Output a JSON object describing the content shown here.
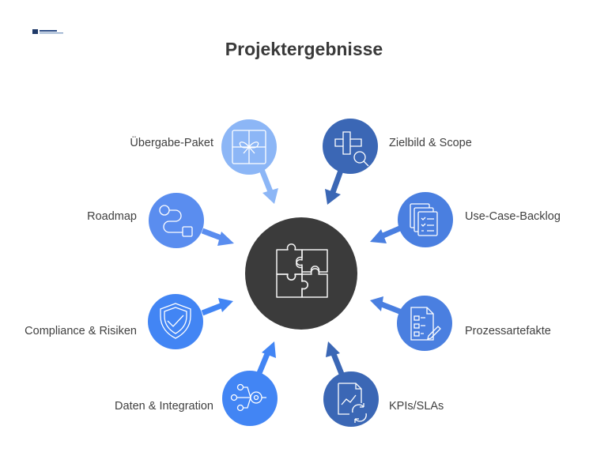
{
  "title": "Projektergebnisse",
  "colors": {
    "center": "#3b3b3b",
    "light_blue": "#8cb6f6",
    "mid_blue": "#5a8def",
    "bright_blue": "#4285f4",
    "dark_blue": "#3b67b5",
    "steel_blue": "#4a7fe0"
  },
  "center": {
    "icon": "puzzle-icon"
  },
  "items": [
    {
      "label": "Übergabe-Paket",
      "icon": "gift-icon"
    },
    {
      "label": "Zielbild & Scope",
      "icon": "blueprint-search-icon"
    },
    {
      "label": "Roadmap",
      "icon": "route-icon"
    },
    {
      "label": "Use-Case-Backlog",
      "icon": "checklist-stack-icon"
    },
    {
      "label": "Compliance & Risiken",
      "icon": "shield-check-icon"
    },
    {
      "label": "Prozessartefakte",
      "icon": "document-edit-icon"
    },
    {
      "label": "Daten & Integration",
      "icon": "data-flow-icon"
    },
    {
      "label": "KPIs/SLAs",
      "icon": "chart-refresh-icon"
    }
  ]
}
